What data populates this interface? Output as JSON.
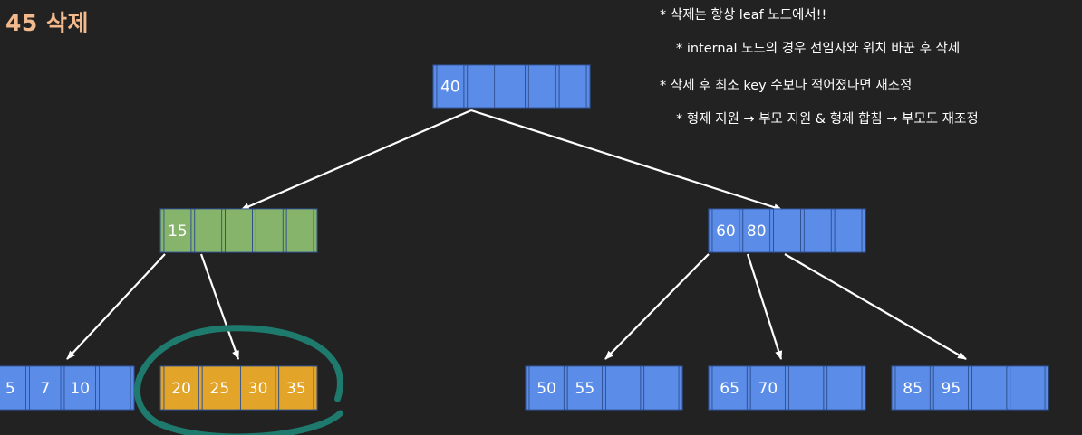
{
  "title": "45 삭제",
  "notes": [
    {
      "text": "* 삭제는 항상 leaf 노드에서!!",
      "indent": false
    },
    {
      "text": "* internal 노드의 경우 선임자와 위치 바꾼 후 삭제",
      "indent": true
    },
    {
      "text": "* 삭제 후 최소 key 수보다 적어졌다면 재조정",
      "indent": false
    },
    {
      "text": "* 형제 지원 → 부모 지원 & 형제 합침 → 부모도 재조정",
      "indent": true
    }
  ],
  "colors": {
    "background": "#222222",
    "title": "#f2b98c",
    "node_blue": "#5b8de8",
    "node_green": "#86b46b",
    "node_orange": "#e3a42a",
    "node_border": "#2f4f8f",
    "highlight_circle": "#1f7a6e",
    "edge": "#ffffff"
  },
  "tree": {
    "nodes": [
      {
        "id": "root",
        "keys": [
          "40"
        ],
        "slots": 5,
        "color": "node_blue"
      },
      {
        "id": "left-internal",
        "keys": [
          "15"
        ],
        "slots": 5,
        "color": "node_green"
      },
      {
        "id": "right-internal",
        "keys": [
          "60",
          "80"
        ],
        "slots": 5,
        "color": "node_blue"
      },
      {
        "id": "leaf-1",
        "keys": [
          "5",
          "7",
          "10"
        ],
        "slots": 4,
        "color": "node_blue"
      },
      {
        "id": "leaf-2",
        "keys": [
          "20",
          "25",
          "30",
          "35"
        ],
        "slots": 4,
        "color": "node_orange",
        "highlighted": true
      },
      {
        "id": "leaf-3",
        "keys": [
          "50",
          "55"
        ],
        "slots": 4,
        "color": "node_blue"
      },
      {
        "id": "leaf-4",
        "keys": [
          "65",
          "70"
        ],
        "slots": 4,
        "color": "node_blue"
      },
      {
        "id": "leaf-5",
        "keys": [
          "85",
          "95"
        ],
        "slots": 4,
        "color": "node_blue"
      }
    ],
    "edges": [
      {
        "from": "root",
        "to": "left-internal"
      },
      {
        "from": "root",
        "to": "right-internal"
      },
      {
        "from": "left-internal",
        "to": "leaf-1"
      },
      {
        "from": "left-internal",
        "to": "leaf-2"
      },
      {
        "from": "right-internal",
        "to": "leaf-3"
      },
      {
        "from": "right-internal",
        "to": "leaf-4"
      },
      {
        "from": "right-internal",
        "to": "leaf-5"
      }
    ]
  }
}
